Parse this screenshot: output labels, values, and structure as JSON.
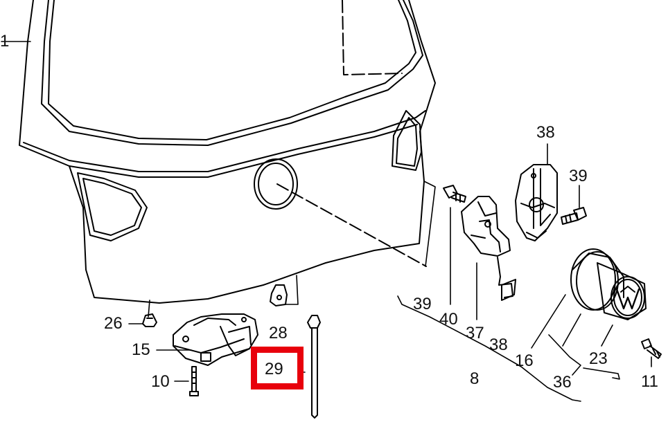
{
  "callouts": {
    "c1": "1",
    "c38a": "38",
    "c39a": "39",
    "c26": "26",
    "c28": "28",
    "c15": "15",
    "c10": "10",
    "c29": "29",
    "c39b": "39",
    "c40": "40",
    "c37": "37",
    "c38b": "38",
    "c8": "8",
    "c16": "16",
    "c23": "23",
    "c36": "36",
    "c11": "11"
  },
  "highlight": {
    "part": "29",
    "color": "#e8000c"
  },
  "colors": {
    "line": "#000000",
    "background": "#ffffff"
  }
}
